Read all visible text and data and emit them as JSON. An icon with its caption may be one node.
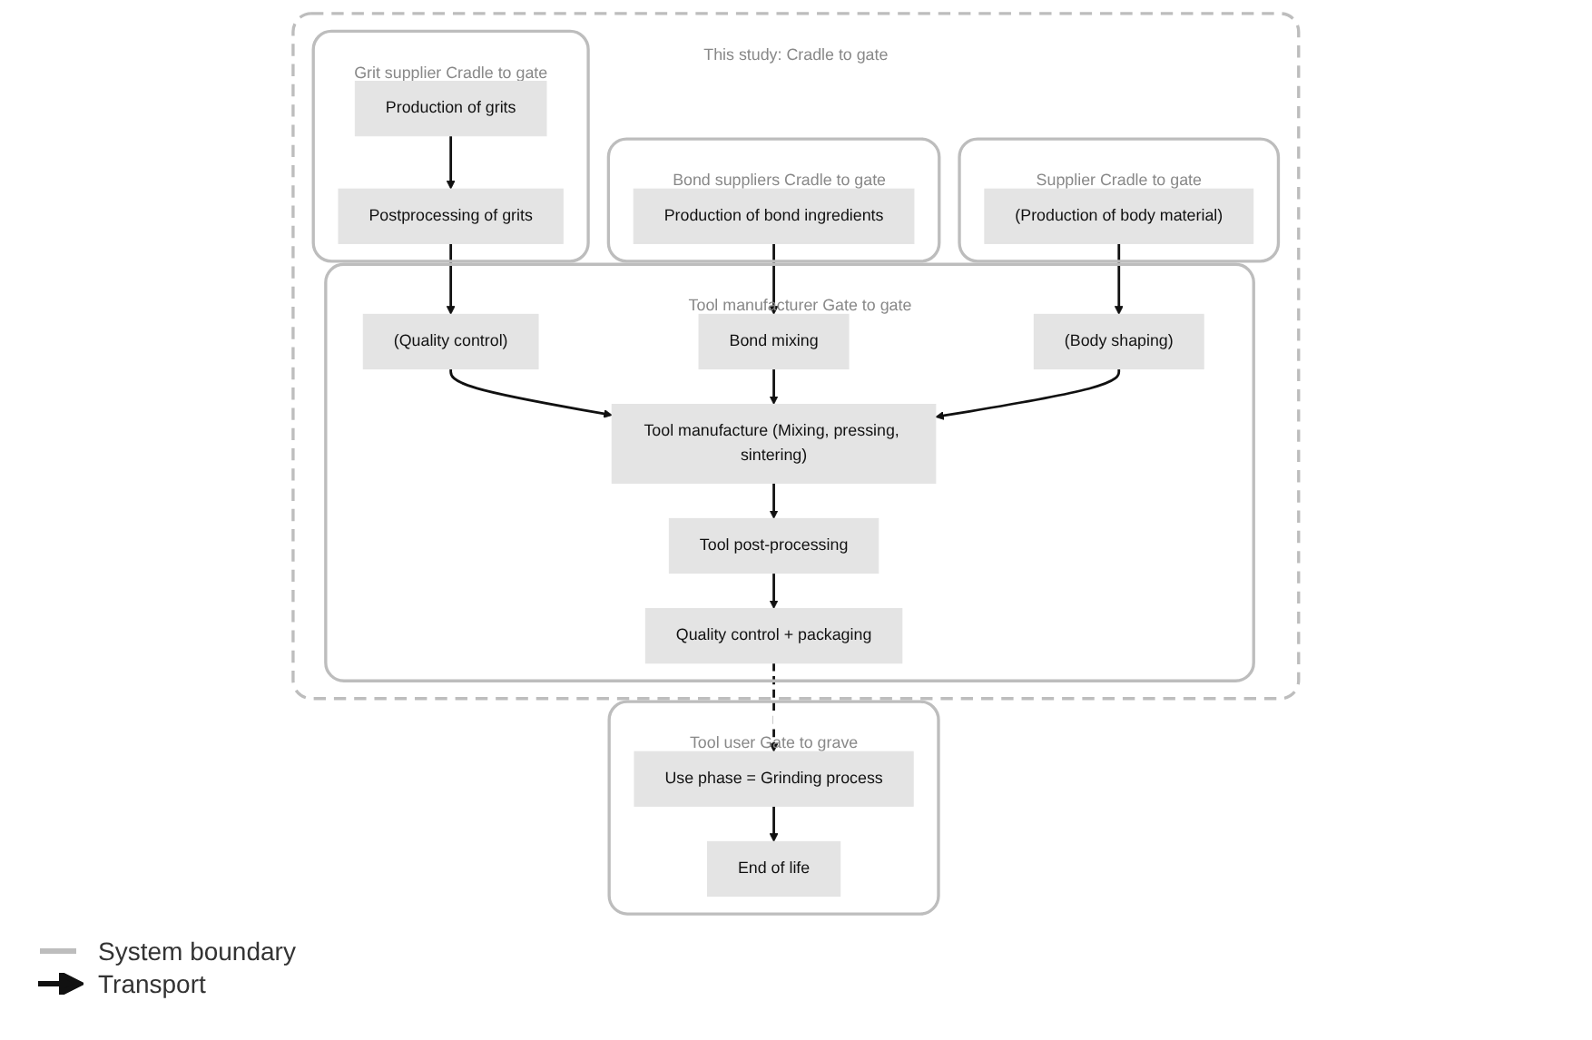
{
  "diagram": {
    "nodes": [
      {
        "text": [
          "This study: Cradle to gate"
        ]
      },
      {
        "text": [
          "Grit supplier Cradle to gate"
        ],
        "in": 0
      },
      {
        "text": [
          "Production of grits"
        ],
        "in": 1
      },
      {
        "text": [
          "Postprocessing of grits"
        ],
        "in": 1
      },
      {
        "text": [
          "Bond suppliers Cradle to gate"
        ],
        "in": 0
      },
      {
        "text": [
          "Production of bond ingredients"
        ],
        "in": 4
      },
      {
        "text": [
          "Supplier Cradle to gate"
        ],
        "in": 0
      },
      {
        "text": [
          "(Production of body material)"
        ],
        "in": 6
      },
      {
        "text": [
          "Tool manufacturer Gate to gate"
        ],
        "in": 0
      },
      {
        "text": [
          "(Quality control)"
        ],
        "in": 8
      },
      {
        "text": [
          "Bond mixing"
        ],
        "in": 8
      },
      {
        "text": [
          "(Body shaping)"
        ],
        "in": 8
      },
      {
        "text": [
          "Tool manufacture (Mixing, pressing, sintering)"
        ],
        "in": 8
      },
      {
        "text": [
          "Tool post-processing"
        ],
        "in": 8
      },
      {
        "text": [
          "Quality control + packaging"
        ],
        "in": 8
      },
      {
        "text": [
          "Tool user Gate to grave"
        ]
      },
      {
        "text": [
          "Use phase = Grinding process"
        ],
        "in": 15
      },
      {
        "text": [
          "End of life"
        ],
        "in": 15
      }
    ],
    "edges": [
      {
        "from": 2,
        "to": 3,
        "arrow": "to"
      },
      {
        "from": 3,
        "to": 9,
        "arrow": "to"
      },
      {
        "from": 5,
        "to": 10,
        "arrow": "to"
      },
      {
        "from": 7,
        "to": 11,
        "arrow": "to"
      },
      {
        "from": 9,
        "to": 12,
        "arrow": "to"
      },
      {
        "from": 10,
        "to": 12,
        "arrow": "to"
      },
      {
        "from": 11,
        "to": 12,
        "arrow": "to"
      },
      {
        "from": 12,
        "to": 13,
        "arrow": "to"
      },
      {
        "from": 13,
        "to": 14,
        "arrow": "to"
      },
      {
        "from": 14,
        "to": 16,
        "arrow": "to",
        "style": "dashed"
      },
      {
        "from": 16,
        "to": 17,
        "arrow": "to"
      }
    ],
    "legend": [
      {
        "text": "System boundary"
      },
      {
        "text": "Transport"
      }
    ]
  }
}
